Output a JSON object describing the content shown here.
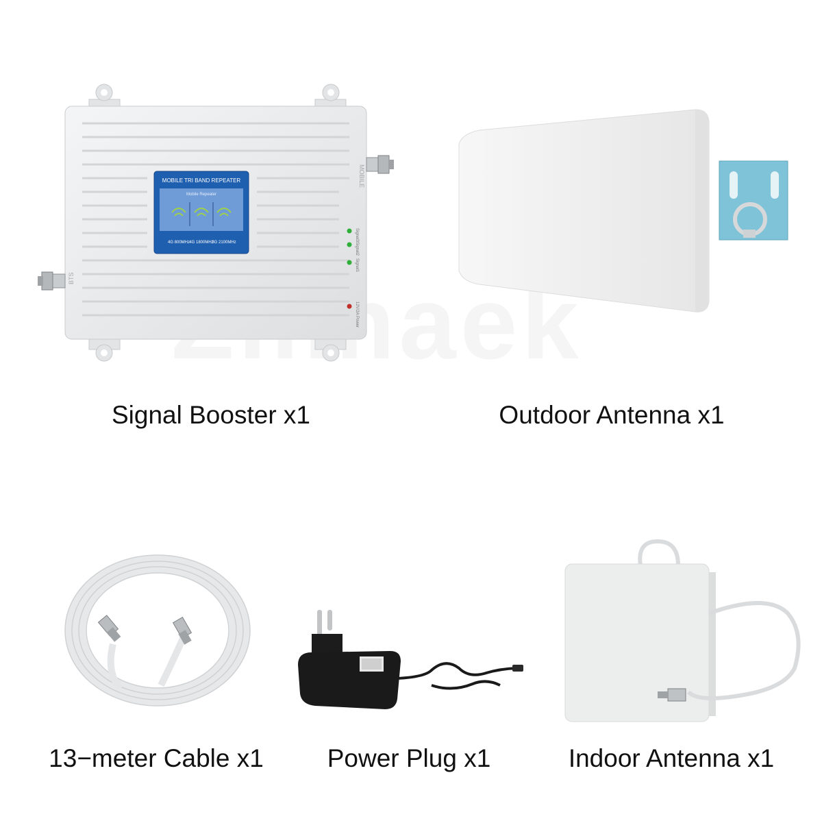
{
  "watermark": "Zilmaek",
  "items": {
    "booster": {
      "caption": "Signal Booster x1",
      "panel_title": "MOBILE TRI BAND REPEATER",
      "panel_subtitle": "Mobile Repeater",
      "bands": [
        "4G\n800MHz",
        "4G\n1800MHz",
        "3G\n2100MHz"
      ],
      "port_left": "BTS",
      "port_right": "MOBILE",
      "leds": [
        "Signal3",
        "Signal2",
        "Signal1"
      ],
      "power_label": "Power",
      "power_spec": "12V/2A"
    },
    "outdoor_antenna": {
      "caption": "Outdoor Antenna x1"
    },
    "cable": {
      "caption": "13−meter Cable x1"
    },
    "power_plug": {
      "caption": "Power Plug x1"
    },
    "indoor_antenna": {
      "caption": "Indoor Antenna x1"
    }
  },
  "colors": {
    "device_white": "#ecedee",
    "panel_blue": "#1f5fb0",
    "bracket_blue": "#7ec3d8",
    "adapter_black": "#1a1a1a",
    "led_green": "#2fae3a",
    "led_red": "#c0302a"
  }
}
